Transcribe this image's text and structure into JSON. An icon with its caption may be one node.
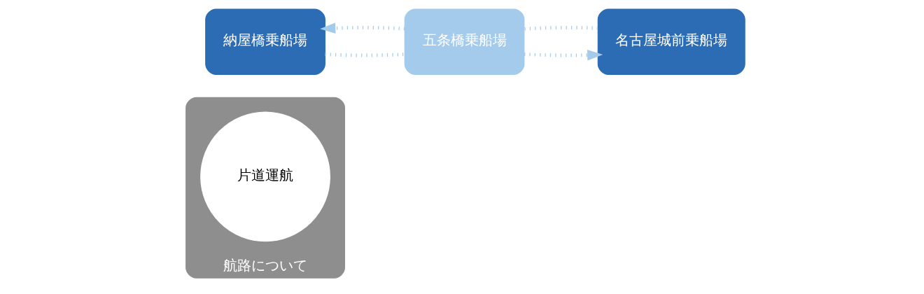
{
  "diagram": {
    "nodes": [
      {
        "text": [
          "航路について"
        ]
      },
      {
        "text": [
          "片道運航"
        ],
        "in": 0
      },
      {
        "text": [
          "納屋橋乗船場"
        ]
      },
      {
        "text": [
          "五条橋乗船場"
        ]
      },
      {
        "text": [
          "名古屋城前乗船場"
        ]
      }
    ],
    "edges": [
      {
        "from": 4,
        "to": 3,
        "arrow": "none",
        "style": "dashed"
      },
      {
        "from": 3,
        "to": 2,
        "arrow": "to",
        "style": "dashed"
      },
      {
        "from": 2,
        "to": 3,
        "arrow": "none",
        "style": "dashed"
      },
      {
        "from": 3,
        "to": 4,
        "arrow": "to",
        "style": "dashed"
      }
    ]
  }
}
